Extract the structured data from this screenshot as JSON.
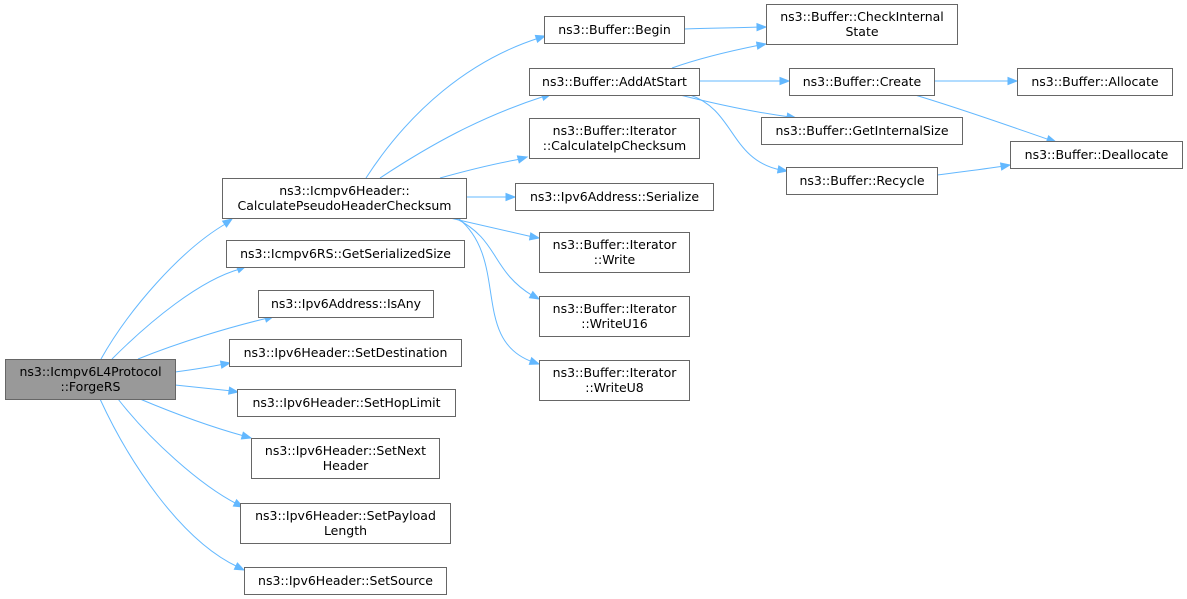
{
  "graph": {
    "nodes": {
      "forge_rs": [
        "ns3::Icmpv6L4Protocol",
        "::ForgeRS"
      ],
      "calc_pseudo": [
        "ns3::Icmpv6Header::",
        "CalculatePseudoHeaderChecksum"
      ],
      "get_serialized_size": [
        "ns3::Icmpv6RS::GetSerializedSize"
      ],
      "is_any": [
        "ns3::Ipv6Address::IsAny"
      ],
      "set_destination": [
        "ns3::Ipv6Header::SetDestination"
      ],
      "set_hop_limit": [
        "ns3::Ipv6Header::SetHopLimit"
      ],
      "set_next_header": [
        "ns3::Ipv6Header::SetNext",
        "Header"
      ],
      "set_payload_length": [
        "ns3::Ipv6Header::SetPayload",
        "Length"
      ],
      "set_source": [
        "ns3::Ipv6Header::SetSource"
      ],
      "buffer_begin": [
        "ns3::Buffer::Begin"
      ],
      "buffer_add_at_start": [
        "ns3::Buffer::AddAtStart"
      ],
      "iter_calc_ip_checksum": [
        "ns3::Buffer::Iterator",
        "::CalculateIpChecksum"
      ],
      "ipv6addr_serialize": [
        "ns3::Ipv6Address::Serialize"
      ],
      "iter_write": [
        "ns3::Buffer::Iterator",
        "::Write"
      ],
      "iter_write_u16": [
        "ns3::Buffer::Iterator",
        "::WriteU16"
      ],
      "iter_write_u8": [
        "ns3::Buffer::Iterator",
        "::WriteU8"
      ],
      "buffer_check_internal_state": [
        "ns3::Buffer::CheckInternal",
        "State"
      ],
      "buffer_create": [
        "ns3::Buffer::Create"
      ],
      "buffer_get_internal_size": [
        "ns3::Buffer::GetInternalSize"
      ],
      "buffer_recycle": [
        "ns3::Buffer::Recycle"
      ],
      "buffer_allocate": [
        "ns3::Buffer::Allocate"
      ],
      "buffer_deallocate": [
        "ns3::Buffer::Deallocate"
      ]
    },
    "root": "forge_rs",
    "edges": [
      [
        "forge_rs",
        "calc_pseudo"
      ],
      [
        "forge_rs",
        "get_serialized_size"
      ],
      [
        "forge_rs",
        "is_any"
      ],
      [
        "forge_rs",
        "set_destination"
      ],
      [
        "forge_rs",
        "set_hop_limit"
      ],
      [
        "forge_rs",
        "set_next_header"
      ],
      [
        "forge_rs",
        "set_payload_length"
      ],
      [
        "forge_rs",
        "set_source"
      ],
      [
        "calc_pseudo",
        "buffer_begin"
      ],
      [
        "calc_pseudo",
        "buffer_add_at_start"
      ],
      [
        "calc_pseudo",
        "iter_calc_ip_checksum"
      ],
      [
        "calc_pseudo",
        "ipv6addr_serialize"
      ],
      [
        "calc_pseudo",
        "iter_write"
      ],
      [
        "calc_pseudo",
        "iter_write_u16"
      ],
      [
        "calc_pseudo",
        "iter_write_u8"
      ],
      [
        "buffer_begin",
        "buffer_check_internal_state"
      ],
      [
        "buffer_add_at_start",
        "buffer_check_internal_state"
      ],
      [
        "buffer_add_at_start",
        "buffer_create"
      ],
      [
        "buffer_add_at_start",
        "buffer_get_internal_size"
      ],
      [
        "buffer_add_at_start",
        "buffer_recycle"
      ],
      [
        "buffer_create",
        "buffer_allocate"
      ],
      [
        "buffer_create",
        "buffer_deallocate"
      ],
      [
        "buffer_recycle",
        "buffer_deallocate"
      ]
    ]
  },
  "colors": {
    "edge": "#63b8ff",
    "root_fill": "#999999",
    "node_fill": "#ffffff",
    "node_border": "#666666"
  }
}
